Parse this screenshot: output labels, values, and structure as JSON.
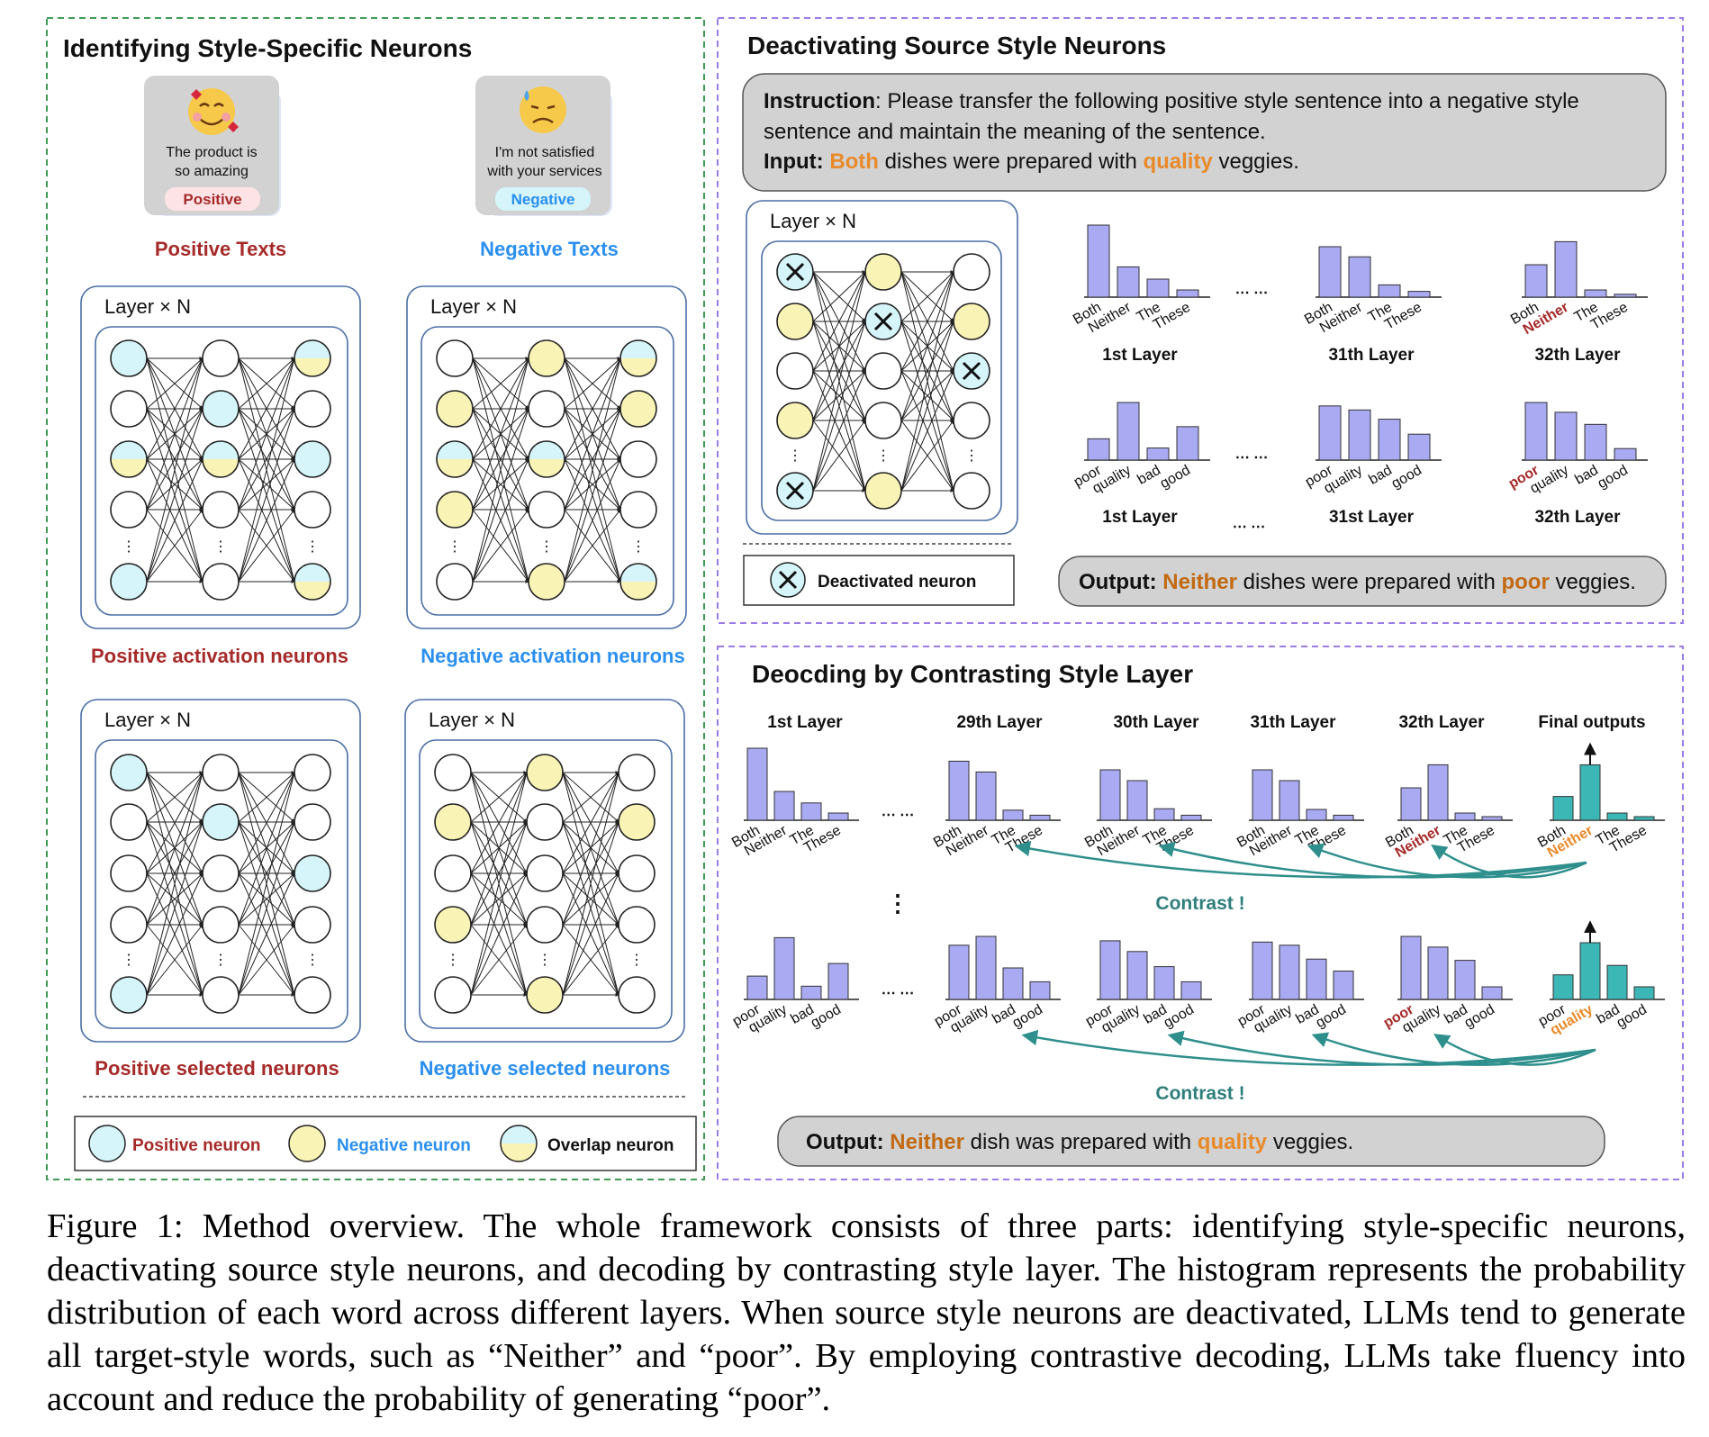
{
  "colors": {
    "positive_red": "#a62a2a",
    "negative_blue": "#2a8ff0",
    "orange": "#e88a2a",
    "teal": "#2e8f8c",
    "neuron_cyan": "#d5f5fa",
    "neuron_yellow": "#faf3b6",
    "bar_purple": "#aaaaf3",
    "bar_teal": "#3cb7b5",
    "panel_green_dash": "#3f9b55",
    "panel_purple_dash": "#9b7be8"
  },
  "left_panel": {
    "title": "Identifying Style-Specific Neurons",
    "positive_card": {
      "emoji_icon": "smiling-face-with-hearts-icon",
      "line1": "The product is",
      "line2": "so amazing",
      "badge": "Positive"
    },
    "negative_card": {
      "emoji_icon": "sad-sweat-face-icon",
      "line1": "I'm not satisfied",
      "line2": "with your services",
      "badge": "Negative"
    },
    "positive_texts": "Positive Texts",
    "negative_texts": "Negative Texts",
    "layer_label": "Layer × N",
    "dots": "⋮",
    "labels": {
      "pos_act": "Positive activation neurons",
      "neg_act": "Negative activation neurons",
      "pos_sel": "Positive selected neurons",
      "neg_sel": "Negative selected neurons"
    },
    "legend": {
      "positive": "Positive neuron",
      "negative": "Negative neuron",
      "overlap": "Overlap neuron"
    }
  },
  "top_right": {
    "title": "Deactivating Source Style Neurons",
    "instruction_label": "Instruction",
    "instruction_line1": ": Please transfer the following positive style sentence into a negative style",
    "instruction_line2": "sentence and maintain the meaning of the sentence.",
    "input_label": "Input:",
    "input_word1": "Both",
    "input_mid": "dishes were prepared with",
    "input_word2": "quality",
    "input_end": "veggies.",
    "layer_label": "Layer × N",
    "deactivated_label": "Deactivated neuron",
    "ellipsis": "⋯ ⋯",
    "layers": [
      "1st Layer",
      "31th Layer",
      "32th Layer"
    ],
    "bottom_layers": [
      "1st Layer",
      "31st Layer",
      "32th Layer"
    ],
    "output_label": "Output:",
    "output_word1": "Neither",
    "output_mid": "dishes were prepared with",
    "output_word2": "poor",
    "output_end": "veggies."
  },
  "bottom_right": {
    "title": "Deocding by Contrasting Style Layer",
    "layers": [
      "1st Layer",
      "29th Layer",
      "30th Layer",
      "31th Layer",
      "32th Layer",
      "Final outputs"
    ],
    "contrast": "Contrast !",
    "ellipsis": "⋯ ⋯",
    "vdots": "⋮",
    "output_label": "Output:",
    "output_word1": "Neither",
    "output_mid": "dish was prepared with",
    "output_word2": "quality",
    "output_end": "veggies."
  },
  "word_sets": {
    "a": [
      "Both",
      "Neither",
      "The",
      "These"
    ],
    "b": [
      "poor",
      "quality",
      "bad",
      "good"
    ]
  },
  "chart_data": [
    {
      "type": "bar",
      "title": "1st Layer",
      "categories": [
        "Both",
        "Neither",
        "The",
        "These"
      ],
      "values": [
        1.0,
        0.42,
        0.25,
        0.1
      ]
    },
    {
      "type": "bar",
      "title": "31th Layer",
      "categories": [
        "Both",
        "Neither",
        "The",
        "These"
      ],
      "values": [
        0.7,
        0.56,
        0.17,
        0.08
      ]
    },
    {
      "type": "bar",
      "title": "32th Layer",
      "categories": [
        "Both",
        "Neither",
        "The",
        "These"
      ],
      "values": [
        0.45,
        0.77,
        0.1,
        0.04
      ]
    },
    {
      "type": "bar",
      "title": "1st Layer",
      "categories": [
        "poor",
        "quality",
        "bad",
        "good"
      ],
      "values": [
        0.37,
        1.0,
        0.21,
        0.58
      ]
    },
    {
      "type": "bar",
      "title": "31st Layer",
      "categories": [
        "poor",
        "quality",
        "bad",
        "good"
      ],
      "values": [
        0.94,
        0.87,
        0.71,
        0.45
      ]
    },
    {
      "type": "bar",
      "title": "32th Layer",
      "categories": [
        "poor",
        "quality",
        "bad",
        "good"
      ],
      "values": [
        1.0,
        0.83,
        0.62,
        0.2
      ]
    },
    {
      "type": "bar",
      "title": "1st Layer",
      "categories": [
        "Both",
        "Neither",
        "The",
        "These"
      ],
      "values": [
        1.0,
        0.4,
        0.24,
        0.1
      ]
    },
    {
      "type": "bar",
      "title": "29th Layer",
      "categories": [
        "Both",
        "Neither",
        "The",
        "These"
      ],
      "values": [
        0.82,
        0.67,
        0.14,
        0.07
      ]
    },
    {
      "type": "bar",
      "title": "30th Layer",
      "categories": [
        "Both",
        "Neither",
        "The",
        "These"
      ],
      "values": [
        0.7,
        0.55,
        0.16,
        0.07
      ]
    },
    {
      "type": "bar",
      "title": "31th Layer",
      "categories": [
        "Both",
        "Neither",
        "The",
        "These"
      ],
      "values": [
        0.7,
        0.55,
        0.15,
        0.07
      ]
    },
    {
      "type": "bar",
      "title": "32th Layer",
      "categories": [
        "Both",
        "Neither",
        "The",
        "These"
      ],
      "values": [
        0.45,
        0.77,
        0.1,
        0.05
      ]
    },
    {
      "type": "bar",
      "title": "Final outputs",
      "categories": [
        "Both",
        "Neither",
        "The",
        "These"
      ],
      "values": [
        0.33,
        0.77,
        0.1,
        0.05
      ]
    },
    {
      "type": "bar",
      "title": "1st Layer",
      "categories": [
        "poor",
        "quality",
        "bad",
        "good"
      ],
      "values": [
        0.37,
        0.98,
        0.21,
        0.57
      ]
    },
    {
      "type": "bar",
      "title": "29th Layer",
      "categories": [
        "poor",
        "quality",
        "bad",
        "good"
      ],
      "values": [
        0.86,
        1.0,
        0.5,
        0.28
      ]
    },
    {
      "type": "bar",
      "title": "30th Layer",
      "categories": [
        "poor",
        "quality",
        "bad",
        "good"
      ],
      "values": [
        0.93,
        0.76,
        0.52,
        0.28
      ]
    },
    {
      "type": "bar",
      "title": "31th Layer",
      "categories": [
        "poor",
        "quality",
        "bad",
        "good"
      ],
      "values": [
        0.91,
        0.86,
        0.64,
        0.45
      ]
    },
    {
      "type": "bar",
      "title": "32th Layer",
      "categories": [
        "poor",
        "quality",
        "bad",
        "good"
      ],
      "values": [
        1.0,
        0.83,
        0.62,
        0.2
      ]
    },
    {
      "type": "bar",
      "title": "Final outputs",
      "categories": [
        "poor",
        "quality",
        "bad",
        "good"
      ],
      "values": [
        0.39,
        0.9,
        0.54,
        0.2
      ]
    }
  ],
  "caption": "Figure 1:  Method overview. The whole framework consists of three parts: identifying style-specific neurons, deactivating source style neurons, and decoding by contrasting style layer. The histogram represents the probability distribution of each word across different layers. When source style neurons are deactivated, LLMs tend to generate all target-style words, such as “Neither” and “poor”. By employing contrastive decoding, LLMs take fluency into account and reduce the probability of generating “poor”."
}
